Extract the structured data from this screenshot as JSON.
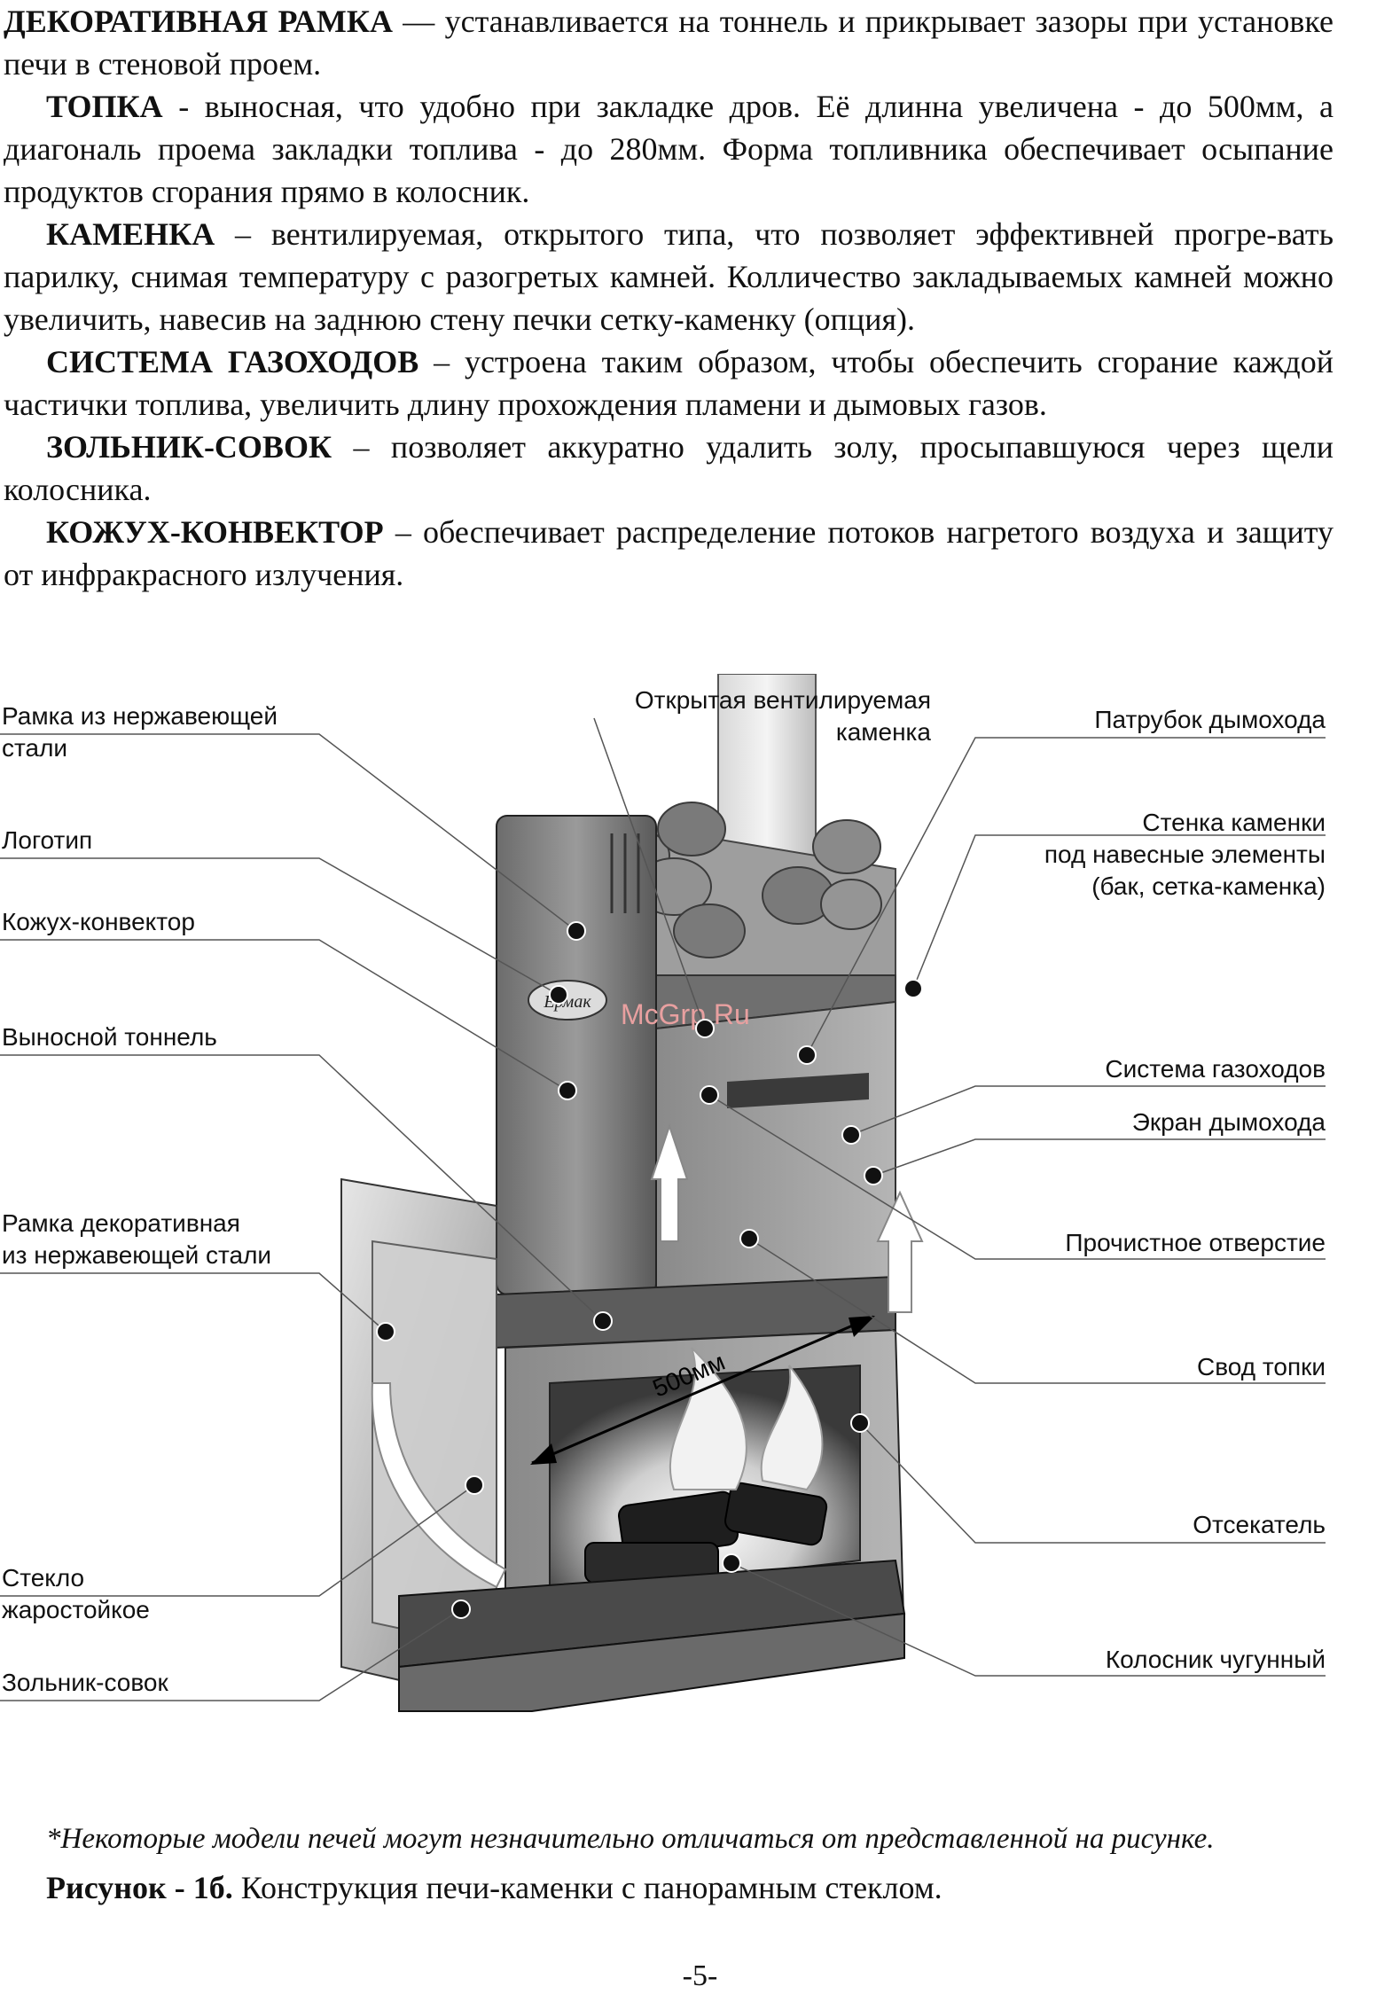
{
  "paragraphs": [
    {
      "term": "ДЕКОРАТИВНАЯ РАМКА",
      "text": " — устанавливается на тоннель и  прикрывает зазоры при установке печи в стеновой проем."
    },
    {
      "term": "ТОПКА",
      "text": " - выносная, что удобно при закладке дров. Её длинна увеличена - до 500мм, а диагональ проема закладки топлива - до 280мм. Форма топливника обеспечивает осыпание продуктов сгорания прямо в колосник."
    },
    {
      "term": "КАМЕНКА",
      "text": " – вентилируемая, открытого типа, что позволяет эффективней прогре-вать парилку, снимая температуру с разогретых камней. Колличество закладываемых камней можно увеличить, навесив на заднюю стену печки сетку-каменку (опция)."
    },
    {
      "term": "СИСТЕМА ГАЗОХОДОВ",
      "text": " – устроена таким образом, чтобы обеспечить сгорание каждой частички топлива, увеличить длину прохождения пламени и дымовых газов."
    },
    {
      "term": "ЗОЛЬНИК-СОВОК",
      "text": " – позволяет аккуратно удалить золу, просыпавшуюся через щели колосника."
    },
    {
      "term": "КОЖУХ-КОНВЕКТОР",
      "text": " – обеспечивает распределение потоков нагретого воздуха и защиту от инфракрасного излучения."
    }
  ],
  "figure": {
    "left_labels": [
      {
        "id": "frame",
        "lines": [
          "Рамка из нержавеющей",
          "стали"
        ]
      },
      {
        "id": "logo",
        "lines": [
          "Логотип"
        ]
      },
      {
        "id": "casing",
        "lines": [
          "Кожух-конвектор"
        ]
      },
      {
        "id": "tunnel",
        "lines": [
          "Выносной тоннель"
        ]
      },
      {
        "id": "deco-frame",
        "lines": [
          "Рамка декоративная",
          "из нержавеющей стали"
        ]
      },
      {
        "id": "glass",
        "lines": [
          "Стекло",
          "жаростойкое"
        ]
      },
      {
        "id": "ashpan",
        "lines": [
          "Зольник-совок"
        ]
      }
    ],
    "top_label": {
      "lines": [
        "Открытая вентилируемая",
        "каменка"
      ]
    },
    "right_labels": [
      {
        "id": "chimney-pipe",
        "lines": [
          "Патрубок дымохода"
        ]
      },
      {
        "id": "heater-wall",
        "lines": [
          "Стенка каменки",
          "под навесные элементы",
          "(бак, сетка-каменка)"
        ]
      },
      {
        "id": "flue-system",
        "lines": [
          "Система газоходов"
        ]
      },
      {
        "id": "chimney-screen",
        "lines": [
          "Экран дымохода"
        ]
      },
      {
        "id": "cleanout",
        "lines": [
          "Прочистное отверстие"
        ]
      },
      {
        "id": "vault",
        "lines": [
          "Свод топки"
        ]
      },
      {
        "id": "cutoff",
        "lines": [
          "Отсекатель"
        ]
      },
      {
        "id": "grate",
        "lines": [
          "Колосник чугунный"
        ]
      }
    ],
    "dimension": "500мм",
    "brand": "Ермак",
    "watermark": "McGrp.Ru"
  },
  "note": "*Некоторые модели печей могут незначительно отличаться от представленной на рисунке.",
  "caption": {
    "bold": "Рисунок - 1б.",
    "text": " Конструкция печи-каменки с панорамным стеклом."
  },
  "page_number": "-5-"
}
